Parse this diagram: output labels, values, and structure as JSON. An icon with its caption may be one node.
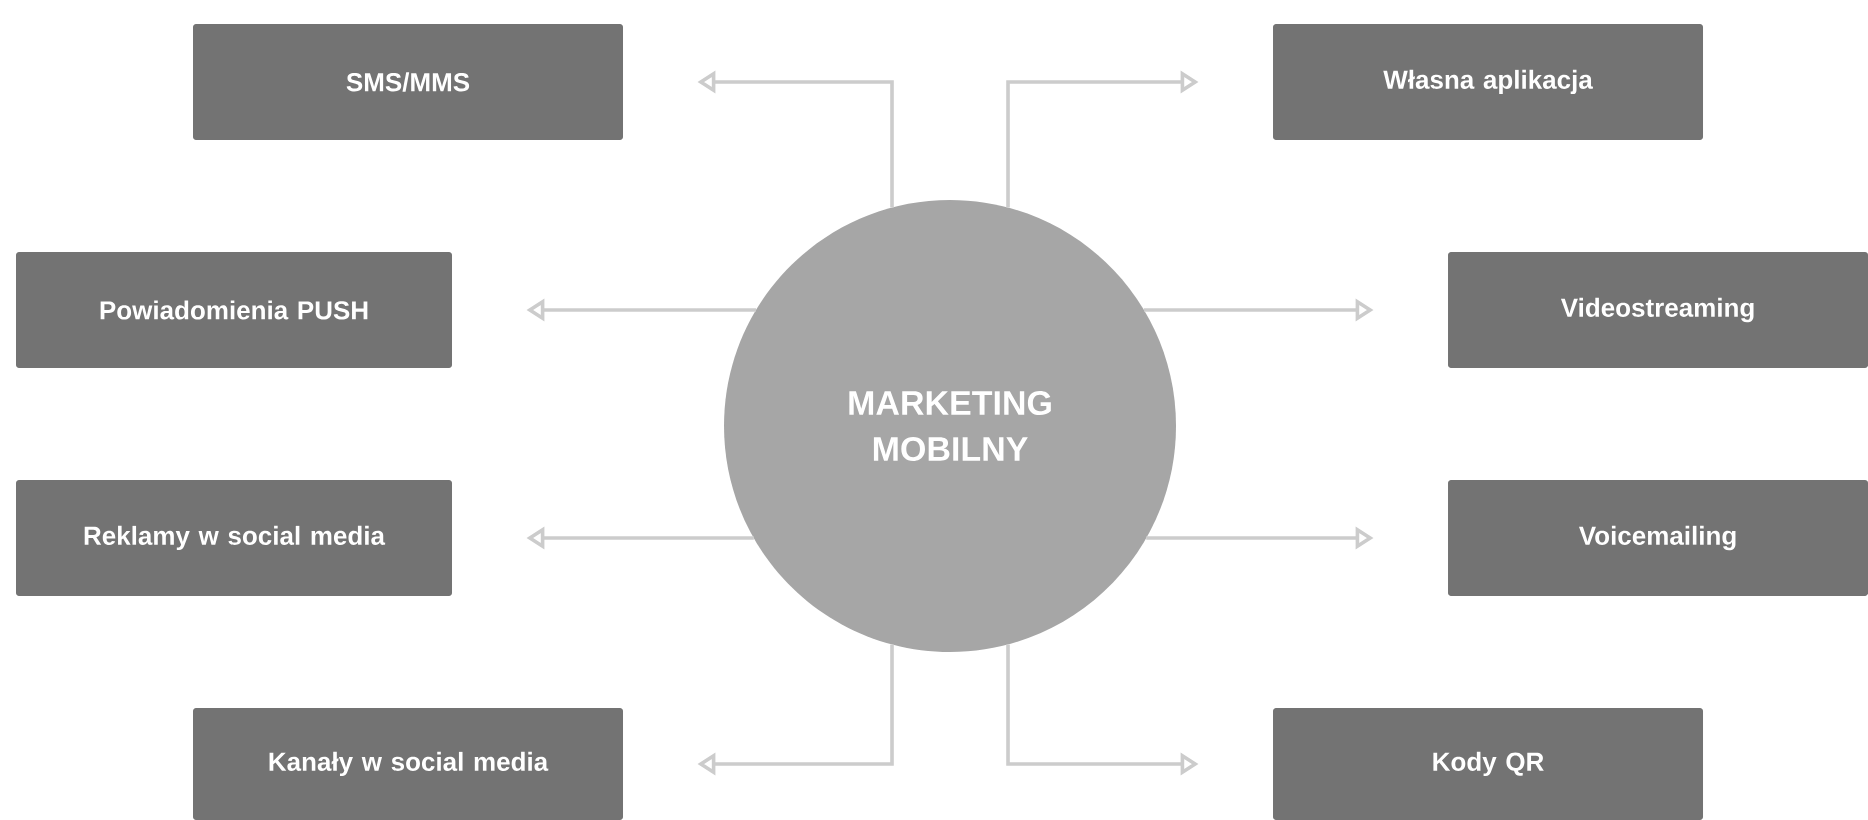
{
  "diagram": {
    "nodes": [
      {
        "text": [
          "MARKETING MOBILNY"
        ]
      },
      {
        "text": [
          "SMS/MMS"
        ]
      },
      {
        "text": [
          "Powiadomienia PUSH"
        ]
      },
      {
        "text": [
          "Reklamy w social media"
        ]
      },
      {
        "text": [
          "Kanały w social media"
        ]
      },
      {
        "text": [
          "Własna aplikacja"
        ]
      },
      {
        "text": [
          "Videostreaming"
        ]
      },
      {
        "text": [
          "Voicemailing"
        ]
      },
      {
        "text": [
          "Kody QR"
        ]
      }
    ],
    "edges": [
      {
        "from": 0,
        "to": 1,
        "arrow": "to"
      },
      {
        "from": 0,
        "to": 2,
        "arrow": "to"
      },
      {
        "from": 0,
        "to": 3,
        "arrow": "to"
      },
      {
        "from": 0,
        "to": 4,
        "arrow": "to"
      },
      {
        "from": 0,
        "to": 5,
        "arrow": "to"
      },
      {
        "from": 0,
        "to": 6,
        "arrow": "to"
      },
      {
        "from": 0,
        "to": 7,
        "arrow": "to"
      },
      {
        "from": 0,
        "to": 8,
        "arrow": "to"
      }
    ]
  }
}
